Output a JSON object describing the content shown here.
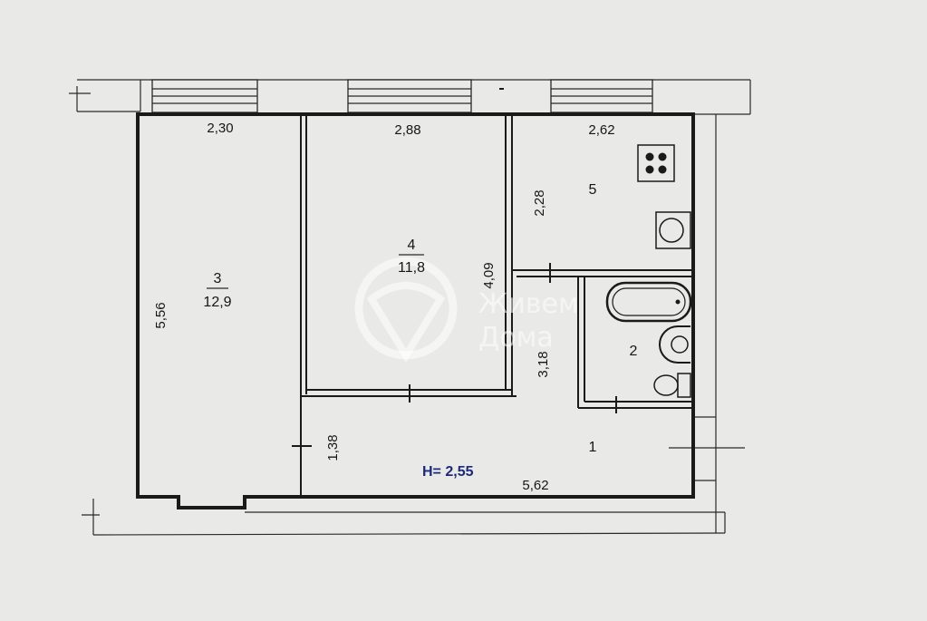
{
  "rooms": [
    {
      "number": "3",
      "area": "12,9"
    },
    {
      "number": "4",
      "area": "11,8"
    },
    {
      "number": "5",
      "area": ""
    },
    {
      "number": "2",
      "area": ""
    },
    {
      "number": "1",
      "area": ""
    }
  ],
  "dimensions": {
    "room3_width": "2,30",
    "room3_length": "5,56",
    "room4_width": "2,88",
    "room4_length": "4,09",
    "room5_width": "2,62",
    "room5_length": "2,28",
    "hall_length": "3,18",
    "hall_width": "1,38",
    "total_length": "5,62"
  },
  "ceiling_height": "Н= 2,55",
  "watermark": {
    "line1": "Живем",
    "line2": "Дома"
  },
  "icons": [
    "stove-icon",
    "sink-icon",
    "bathtub-icon",
    "washbasin-icon",
    "toilet-icon"
  ]
}
